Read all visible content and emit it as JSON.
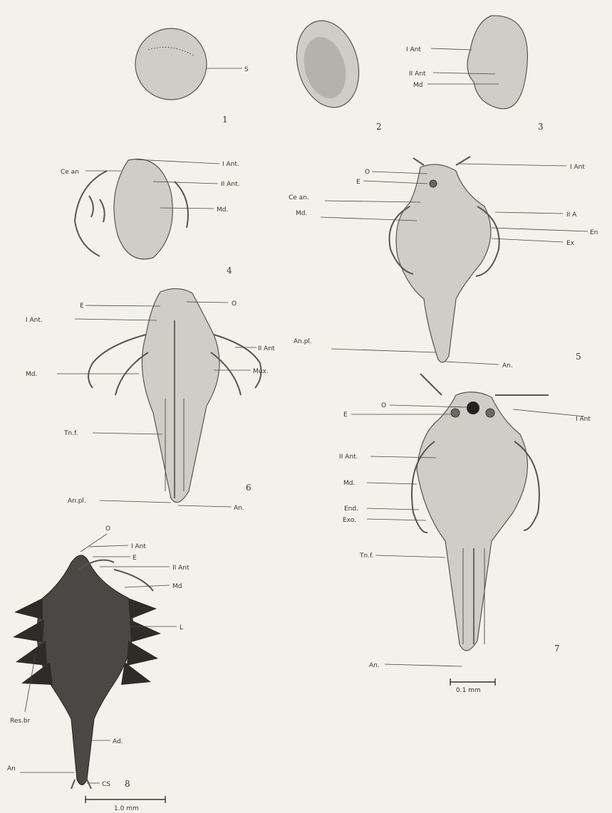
{
  "figures": [
    {
      "number": "1",
      "labels": [
        "S"
      ]
    },
    {
      "number": "2",
      "labels": []
    },
    {
      "number": "3",
      "labels": [
        "I Ant",
        "II Ant",
        "Md"
      ]
    },
    {
      "number": "4",
      "labels": [
        "Ce an",
        "I Ant.",
        "II Ant.",
        "Md."
      ]
    },
    {
      "number": "5",
      "labels": [
        "O",
        "E",
        "Ce an.",
        "Md.",
        "I Ant",
        "II A",
        "En",
        "Ex",
        "An.pl.",
        "An."
      ]
    },
    {
      "number": "6",
      "labels": [
        "E",
        "I Ant.",
        "O",
        "II Ant",
        "Md.",
        "Mux.",
        "Tn.f.",
        "An.pl.",
        "An."
      ]
    },
    {
      "number": "7",
      "labels": [
        "O",
        "E",
        "I Ant",
        "II Ant.",
        "Md.",
        "End.",
        "Exo.",
        "Tn.f.",
        "An."
      ]
    },
    {
      "number": "8",
      "labels": [
        "O",
        "I Ant",
        "E",
        "II Ant",
        "Md",
        "L",
        "Res.br",
        "Ad.",
        "An",
        "CS"
      ]
    }
  ],
  "scale_bars": {
    "fig7": "0.1 mm",
    "fig8": "1.0 mm"
  }
}
